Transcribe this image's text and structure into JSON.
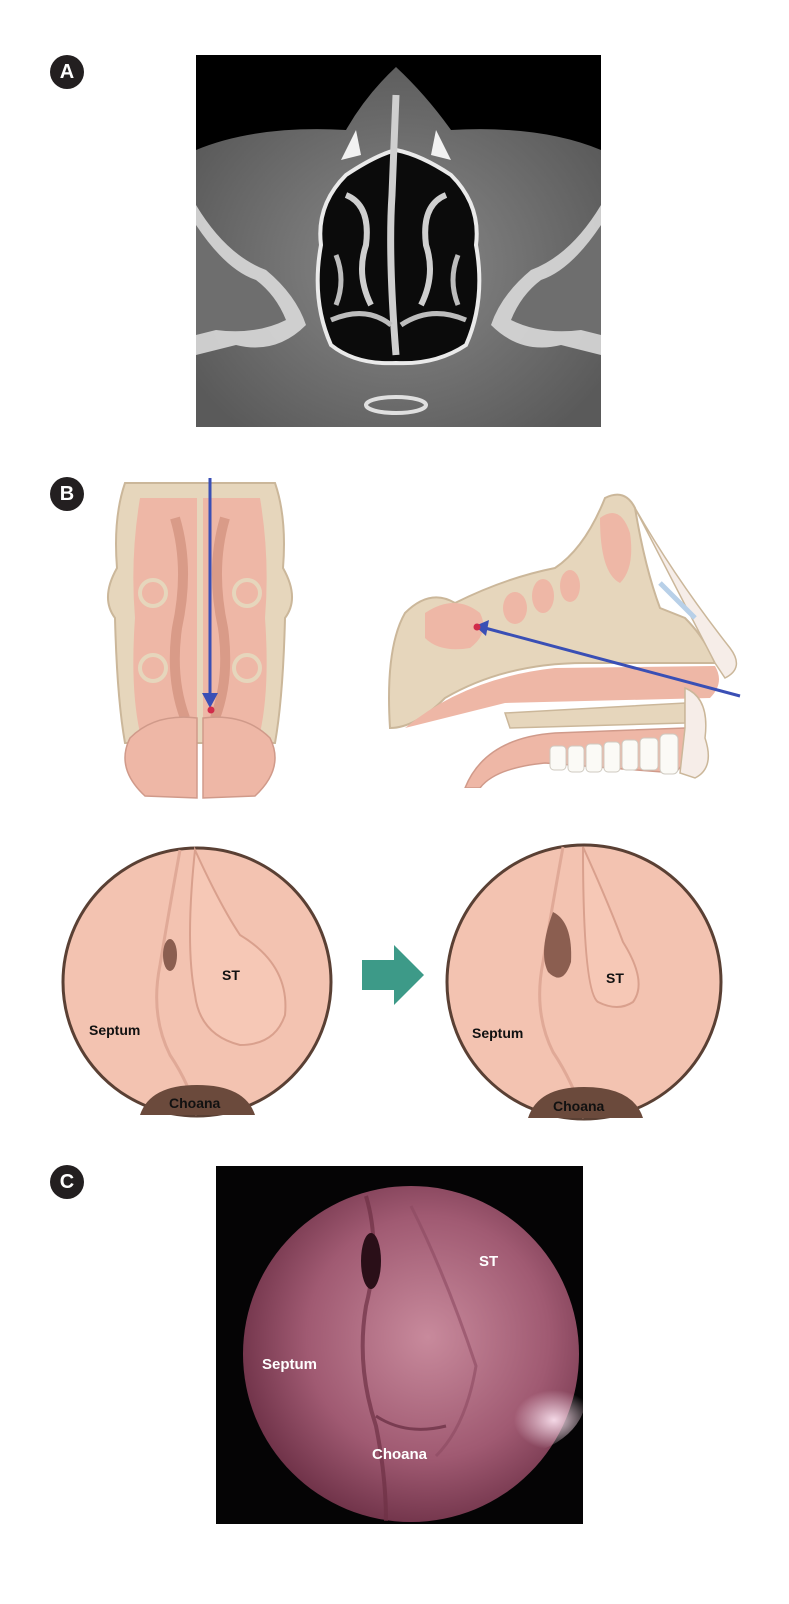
{
  "panels": {
    "a": {
      "badge": "A"
    },
    "b": {
      "badge": "B",
      "before_view": {
        "septum": "Septum",
        "st": "ST",
        "choana": "Choana"
      },
      "after_view": {
        "septum": "Septum",
        "st": "ST",
        "choana": "Choana"
      }
    },
    "c": {
      "badge": "C",
      "septum": "Septum",
      "st": "ST",
      "choana": "Choana"
    }
  },
  "colors": {
    "badge": "#231f20",
    "arrow_blue": "#3a4fb5",
    "teal_arrow": "#3d9a88",
    "tissue": "#eeb7a6",
    "bone": "#e6d6bc",
    "endoscope_bg": "#8a4a5c"
  }
}
